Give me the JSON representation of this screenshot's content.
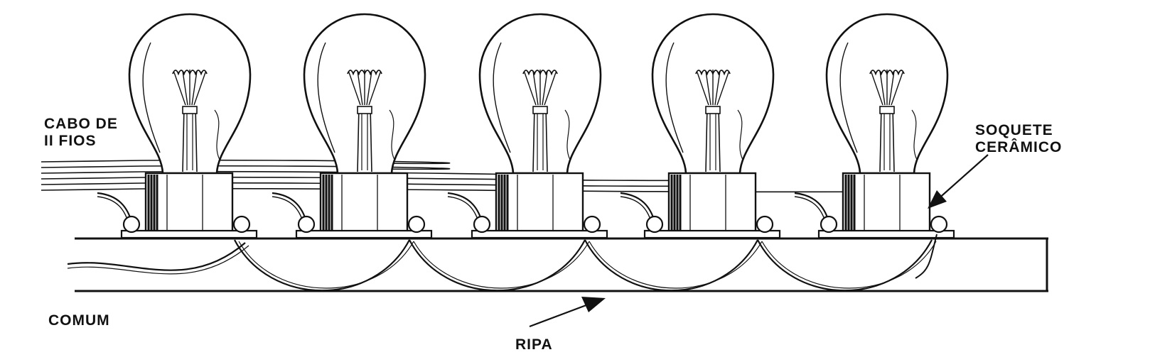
{
  "labels": {
    "cable_line1": "CABO DE",
    "cable_line2": "II FIOS",
    "socket_line1": "SOQUETE",
    "socket_line2": "CERÂMICO",
    "common": "COMUM",
    "batten": "RIPA"
  },
  "lamp_count": 5,
  "colors": {
    "ink": "#111111",
    "paper": "#ffffff"
  }
}
